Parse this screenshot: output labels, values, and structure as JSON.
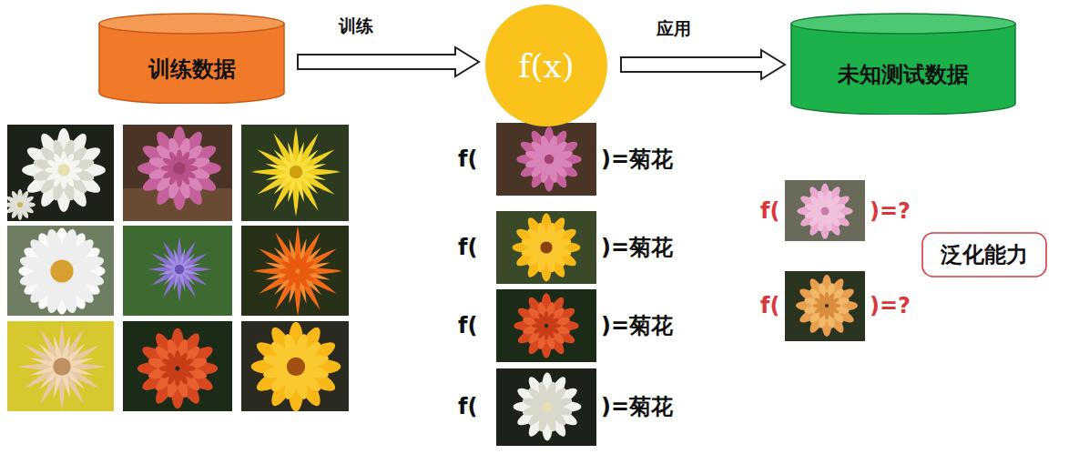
{
  "diagram": {
    "nodes": [
      {
        "text": [
          "训练数据"
        ]
      },
      {
        "text": [
          "f(x)"
        ]
      },
      {
        "text": [
          "未知测试数据"
        ]
      },
      {
        "text": [
          "泛化能力"
        ]
      }
    ],
    "edges": [
      {
        "from": 0,
        "to": 1,
        "label": "训练",
        "arrow": "to"
      },
      {
        "from": 1,
        "to": 2,
        "label": "应用",
        "arrow": "to"
      }
    ],
    "labels": [
      "f(",
      ")=菊花",
      "f(",
      ")=菊花",
      "f(",
      ")=菊花",
      "f(",
      ")=菊花",
      "f(",
      ")=?",
      "f(",
      ")=?"
    ]
  }
}
